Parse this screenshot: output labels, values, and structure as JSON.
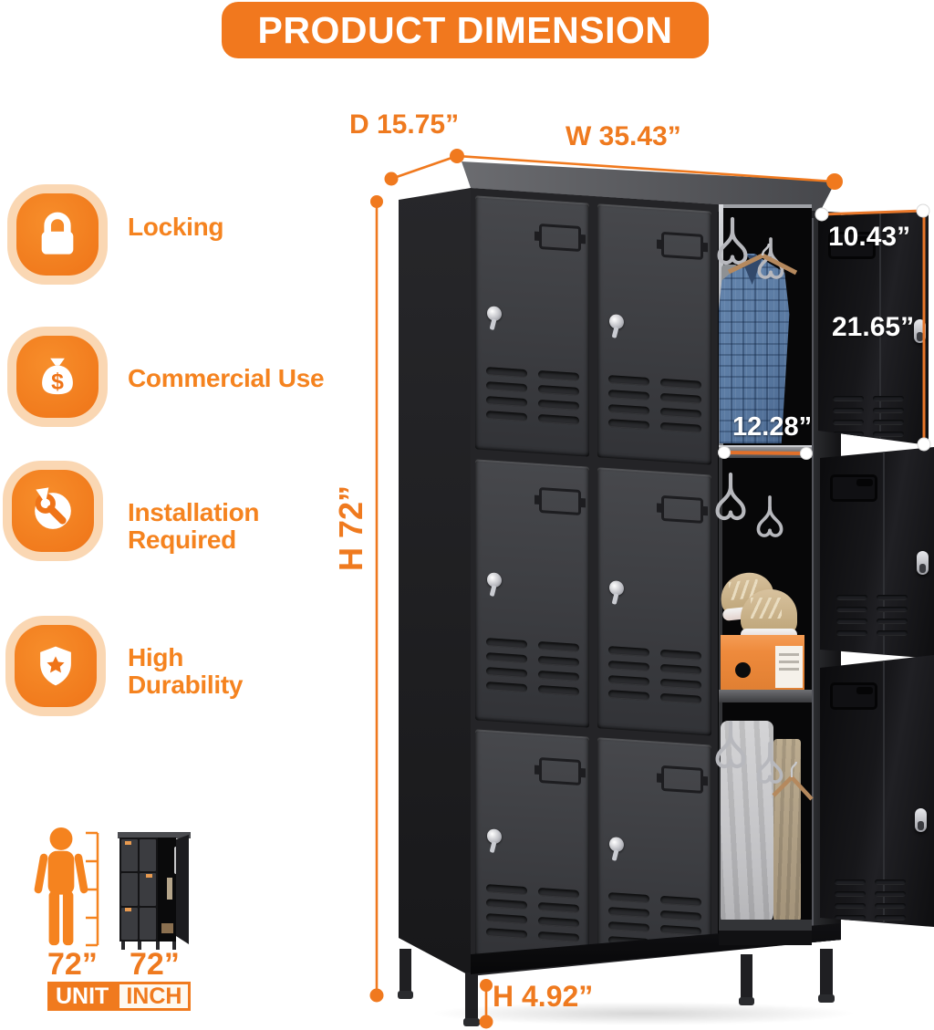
{
  "banner": {
    "title": "PRODUCT DIMENSION"
  },
  "features": {
    "items": [
      {
        "icon": "padlock-icon",
        "label": "Locking"
      },
      {
        "icon": "money-bag-icon",
        "label": "Commercial Use"
      },
      {
        "icon": "wrench-icon",
        "label": "Installation\nRequired"
      },
      {
        "icon": "shield-star-icon",
        "label": "High\nDurability"
      }
    ]
  },
  "dimensions": {
    "depth": "D 15.75”",
    "width": "W 35.43”",
    "height": "H 72”",
    "leg_height": "H 4.92”",
    "door_width": "10.43”",
    "door_height": "21.65”",
    "compartment_width": "12.28”"
  },
  "scale": {
    "person_height": "72”",
    "locker_height": "72”",
    "unit_label": "UNIT",
    "unit_value": "INCH"
  },
  "colors": {
    "accent_orange": "#F1781E",
    "icon_orange": "#F5831F",
    "peach_ring": "#FAD7B3",
    "cabinet_black": "#1D1D1F",
    "door_gray": "#3E3F43",
    "open_door_black": "#121214",
    "shoebox_orange": "#EE8A3C"
  }
}
